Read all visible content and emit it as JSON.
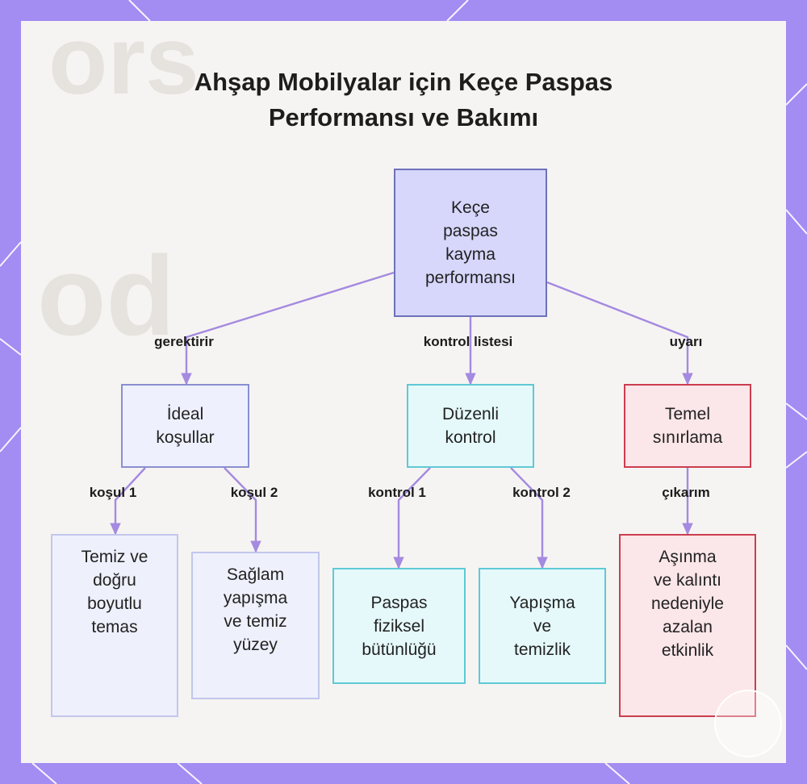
{
  "title_lines": [
    "Ahşap Mobilyalar için Keçe Paspas",
    "Performansı ve Bakımı"
  ],
  "colors": {
    "frame": "#a38cf2",
    "card": "#f6f4f2",
    "edge": "#a48ae0",
    "root_fill": "#d6d7fb",
    "cyan_border": "#5fc9d6",
    "red_border": "#cc3d4f"
  },
  "nodes": {
    "root": "Keçe\npaspas\nkayma\nperformansı",
    "ideal": "İdeal\nkoşullar",
    "control": "Düzenli\nkontrol",
    "limit": "Temel\nsınırlama",
    "contact": "Temiz ve\ndoğru\nboyutlu\ntemas",
    "surface": "Sağlam\nyapışma\nve temiz\nyüzey",
    "integrity": "Paspas\nfiziksel\nbütünlüğü",
    "adhesion": "Yapışma\nve\ntemizlik",
    "wear": "Aşınma\nve kalıntı\nnedeniyle\nazalan\netkinlik"
  },
  "edge_labels": {
    "requires": "gerektirir",
    "checklist": "kontrol listesi",
    "warning": "uyarı",
    "cond1": "koşul 1",
    "cond2": "koşul 2",
    "check1": "kontrol 1",
    "check2": "kontrol 2",
    "inference": "çıkarım"
  }
}
